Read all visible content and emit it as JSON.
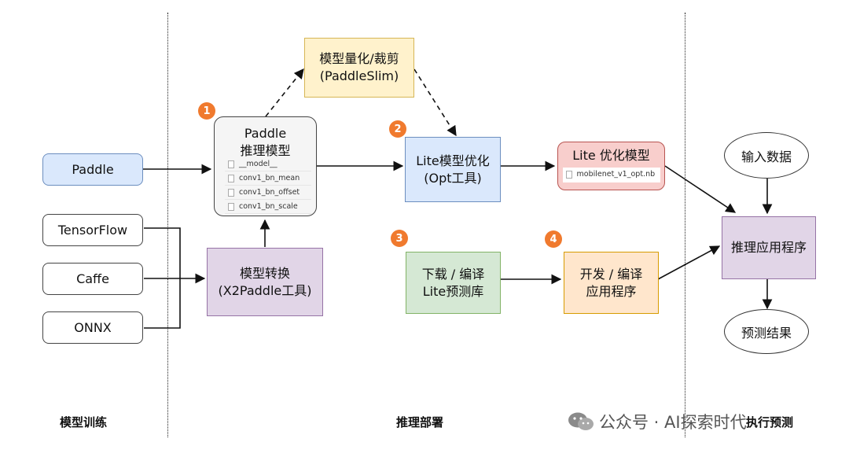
{
  "nodes": {
    "paddle": "Paddle",
    "tensorflow": "TensorFlow",
    "caffe": "Caffe",
    "onnx": "ONNX",
    "paddle_infer_line1": "Paddle",
    "paddle_infer_line2": "推理模型",
    "files": [
      "__model__",
      "conv1_bn_mean",
      "conv1_bn_offset",
      "conv1_bn_scale"
    ],
    "slim_line1": "模型量化/裁剪",
    "slim_line2": "(PaddleSlim)",
    "x2paddle_line1": "模型转换",
    "x2paddle_line2": "(X2Paddle工具)",
    "opt_line1": "Lite模型优化",
    "opt_line2": "(Opt工具)",
    "lite_opt_title": "Lite 优化模型",
    "lite_opt_file": "mobilenet_v1_opt.nb",
    "download_line1": "下载 / 编译",
    "download_line2": "Lite预测库",
    "dev_line1": "开发 / 编译",
    "dev_line2": "应用程序",
    "input_data": "输入数据",
    "infer_app": "推理应用程序",
    "predict_result": "预测结果"
  },
  "badges": [
    "1",
    "2",
    "3",
    "4"
  ],
  "sections": {
    "train": "模型训练",
    "deploy": "推理部署",
    "execute": "执行预测"
  },
  "watermark": "公众号 · AI探索时代",
  "colors": {
    "blue_fill": "#dae8fc",
    "blue_border": "#6c8ebf",
    "yellow_fill": "#fff2cc",
    "yellow_border": "#d6b656",
    "purple_fill": "#e1d5e7",
    "purple_border": "#9673a6",
    "green_fill": "#d5e8d4",
    "green_border": "#82b366",
    "orange_fill": "#ffe6cc",
    "orange_border": "#d79b00",
    "red_fill": "#f8cecc",
    "red_border": "#b85450",
    "gray_fill": "#f5f5f5",
    "badge": "#f07a2e"
  }
}
